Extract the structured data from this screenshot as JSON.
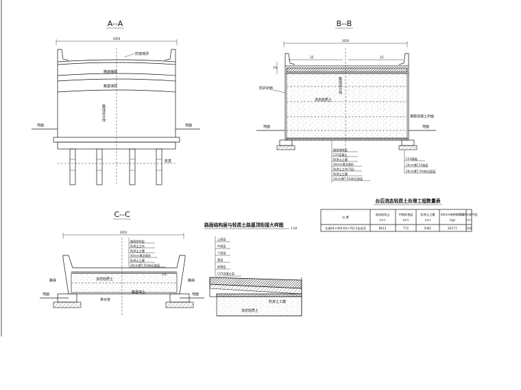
{
  "sections": {
    "aa": {
      "title": "A--A",
      "width": "2650",
      "labels": {
        "anticollision": "防撞墙坝",
        "layer1": "路面铺装",
        "layer2": "路基填层",
        "center": "路线设计线",
        "ground_l": "地面",
        "ground_r": "地面",
        "pile": "桩基"
      }
    },
    "bb": {
      "title": "B--B",
      "width": "2650",
      "dim_left": "2Z",
      "dim_right": "2Z",
      "labels": {
        "center": "路线设计线",
        "foam": "流态轻质土",
        "wall_l": "防护护面",
        "wall_r": "钢筋混凝土护面",
        "ground_l": "地面",
        "ground_r": "地面",
        "slope": "1%"
      },
      "legend": [
        "路面铺装层",
        "C25混凝土",
        "防渗土工膜",
        "40mm厚沥青砂",
        "防渗土工布(7层)",
        "防渗土工膜",
        "20cm厚7.5%碎石垫层"
      ],
      "legend_r": [
        "C25基础",
        "10cm厚C15垫层",
        "20cm厚7.5%碎石垫层"
      ]
    },
    "cc": {
      "title": "C--C",
      "width": "2650",
      "labels": {
        "foam": "流态轻质土",
        "wall_l": "路缘",
        "wall_r": "路缘",
        "ground_l": "地面",
        "ground_r": "地面",
        "base": "路基填土",
        "drain": "排水管",
        "slope": "1%"
      },
      "legend": [
        "路面结构层",
        "防渗土工布",
        "防渗土工膜",
        "40mm厚沥青砂",
        "防渗土工膜",
        "20cm厚7.5%碎石垫层"
      ]
    }
  },
  "detail": {
    "title": "路面结构层与轻质土路基顶衔接大样图",
    "scale": "1:50",
    "layers": [
      "上面层",
      "中面层",
      "下面层",
      "基层",
      "底基层",
      "C25混凝土层"
    ],
    "labels": {
      "geo": "防渗土工膜",
      "foam": "流态轻质土"
    }
  },
  "table": {
    "title": "台后流态轻质土处理工程数量表",
    "headers": [
      {
        "name": "位  置",
        "unit": ""
      },
      {
        "name": "流态轻质土",
        "unit": "(m³)"
      },
      {
        "name": "中粗砂垫层",
        "unit": "(m³)"
      },
      {
        "name": "防渗土工膜",
        "unit": "(m²)"
      },
      {
        "name": "46mm带肋钢筋网",
        "unit": "(kg)"
      },
      {
        "name": "C20砼调平层",
        "unit": "(m³)"
      }
    ],
    "rows": [
      [
        "主线K4+000-K4+762.5右台后",
        "8613",
        "772",
        "5481",
        "62577",
        "528"
      ]
    ]
  }
}
